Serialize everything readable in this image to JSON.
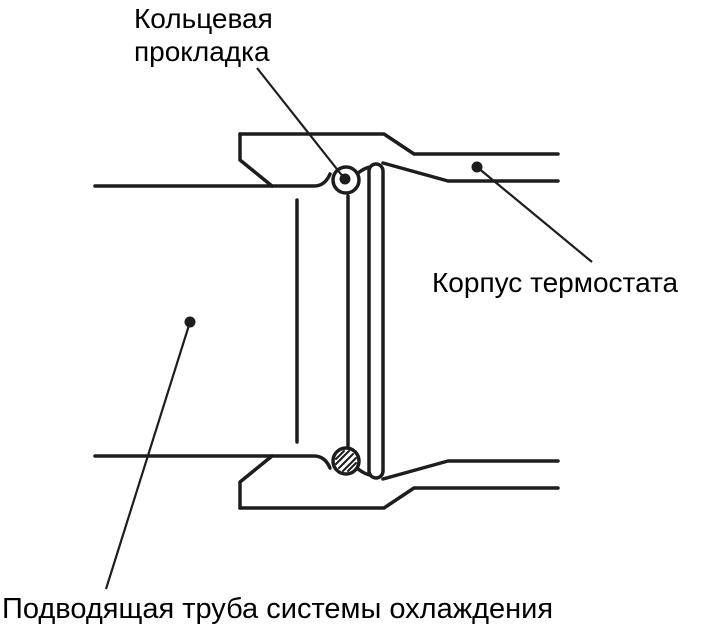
{
  "labels": {
    "o_ring": "Кольцевая\nпрокладка",
    "housing": "Корпус термостата",
    "inlet_pipe": "Подводящая труба системы охлаждения"
  },
  "colors": {
    "line": "#1d1d1d",
    "text": "#000000",
    "background": "#ffffff"
  }
}
